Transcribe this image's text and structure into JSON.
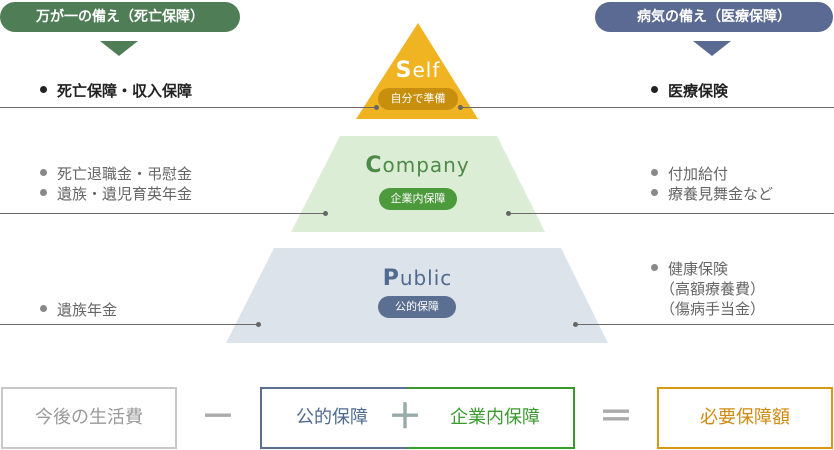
{
  "header": {
    "left_label": "万が一の備え（死亡保障）",
    "right_label": "病気の備え（医療保障）"
  },
  "pyramid": {
    "self": {
      "title_cap": "S",
      "title_rest": "elf",
      "badge": "自分で準備"
    },
    "company": {
      "title_cap": "C",
      "title_rest": "ompany",
      "badge": "企業内保障"
    },
    "public": {
      "title_cap": "P",
      "title_rest": "ublic",
      "badge": "公的保障"
    }
  },
  "left_items": {
    "self": [
      "死亡保障・収入保障"
    ],
    "company": [
      "死亡退職金・弔慰金",
      "遺族・遺児育英年金"
    ],
    "public": [
      "遺族年金"
    ]
  },
  "right_items": {
    "self": [
      "医療保険"
    ],
    "company": [
      "付加給付",
      "療養見舞金など"
    ],
    "public": [
      "健康保険",
      "（高額療養費）",
      "（傷病手当金）"
    ]
  },
  "formula": {
    "living_cost": "今後の生活費",
    "minus": "－",
    "public": "公的保障",
    "plus": "＋",
    "company": "企業内保障",
    "equals": "＝",
    "result": "必要保障額"
  },
  "colors": {
    "left_accent": "#4e7d56",
    "right_accent": "#5b6a92",
    "self": "#f0b321",
    "company": "#dcedd6",
    "public": "#dde3ea",
    "result_border": "#d59a12"
  }
}
